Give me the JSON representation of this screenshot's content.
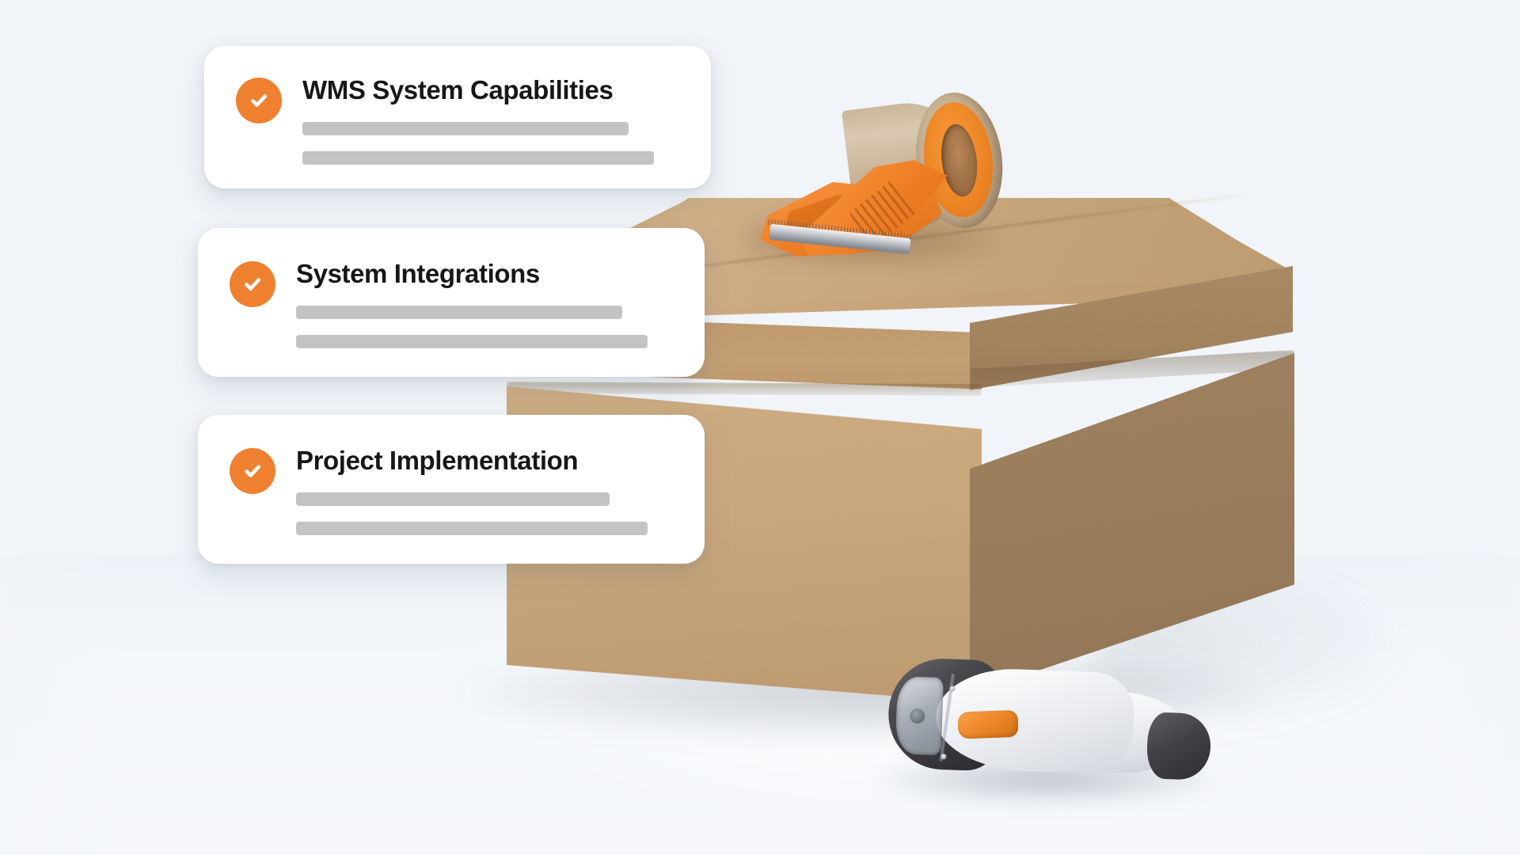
{
  "scene": {
    "background_color": "#f1f4f8",
    "accent_color": "#ef8030",
    "placeholder_bar_color": "#c3c3c3",
    "card_background": "#ffffff",
    "title_color": "#15171a",
    "cardboard_color": "#caa87e",
    "cardboard_shadow_color": "#9a7e5c"
  },
  "cards": [
    {
      "icon": "check-circle-icon",
      "title": "WMS System Capabilities",
      "placeholder_lines": [
        "long",
        "xlong"
      ]
    },
    {
      "icon": "check-circle-icon",
      "title": "System Integrations",
      "placeholder_lines": [
        "long",
        "xlong"
      ]
    },
    {
      "icon": "check-circle-icon",
      "title": "Project Implementation",
      "placeholder_lines": [
        "med",
        "xlong"
      ]
    }
  ],
  "objects": [
    {
      "name": "cardboard-box",
      "label": "Cardboard shipping box"
    },
    {
      "name": "tape-dispenser",
      "label": "Orange packing tape dispenser"
    },
    {
      "name": "barcode-scanner",
      "label": "Handheld barcode scanner"
    }
  ]
}
